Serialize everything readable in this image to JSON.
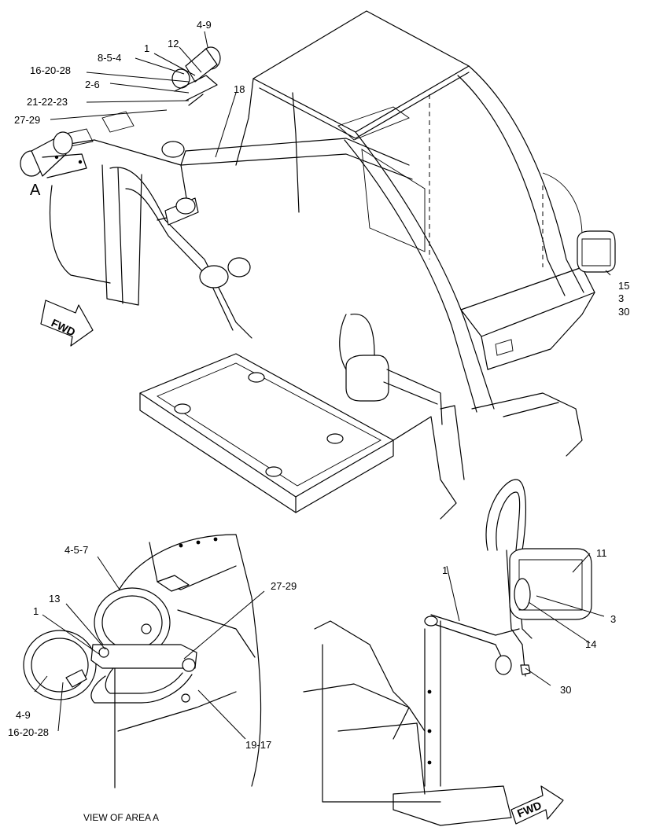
{
  "area_marker": "A",
  "view_caption": "VIEW OF AREA A",
  "fwd_label": "FWD",
  "callouts_main": {
    "c4_9": "4-9",
    "c12": "12",
    "c1": "1",
    "c8_5_4": "8-5-4",
    "c16_20_28": "16-20-28",
    "c2_6": "2-6",
    "c18": "18",
    "c21_22_23": "21-22-23",
    "c27_29": "27-29",
    "c15": "15",
    "c3": "3",
    "c30": "30"
  },
  "callouts_view_a": {
    "c4_5_7": "4-5-7",
    "c13": "13",
    "c1": "1",
    "c27_29": "27-29",
    "c4_9": "4-9",
    "c16_20_28": "16-20-28",
    "c19_17": "19-17"
  },
  "callouts_mirror": {
    "c1": "1",
    "c11": "11",
    "c3": "3",
    "c14": "14",
    "c30": "30"
  }
}
